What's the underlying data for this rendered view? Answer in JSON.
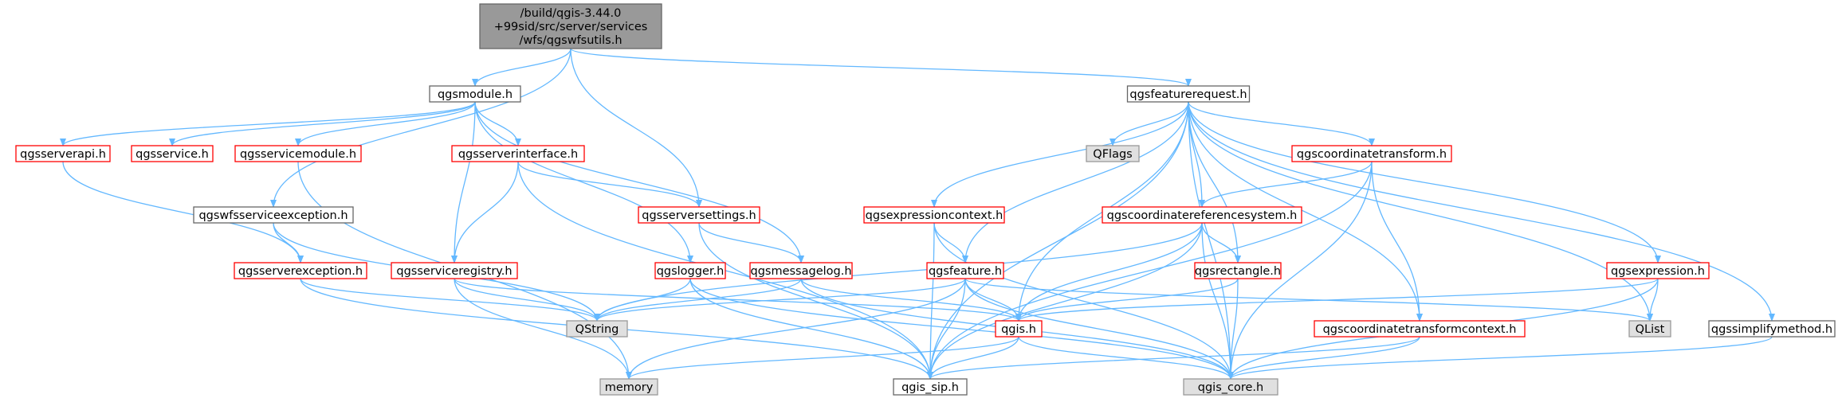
{
  "graph": {
    "colors": {
      "edge": "#63b8ff",
      "root_fill": "#999999",
      "root_border": "#666666",
      "documented_fill": "#ffffff",
      "documented_border": "#666666",
      "incomplete_fill": "#ffffff",
      "incomplete_border": "#ff0000",
      "external_fill": "#e0e0e0",
      "external_border": "#999999"
    },
    "nodes": [
      {
        "id": "root",
        "kind": "root",
        "lines": [
          "/build/qgis-3.44.0",
          "+99sid/src/server/services",
          "/wfs/qgswfsutils.h"
        ]
      },
      {
        "id": "qgsmodule",
        "kind": "documented",
        "lines": [
          "qgsmodule.h"
        ]
      },
      {
        "id": "qgsfeaturerequest",
        "kind": "documented",
        "lines": [
          "qgsfeaturerequest.h"
        ]
      },
      {
        "id": "qgsserverapi",
        "kind": "incomplete",
        "lines": [
          "qgsserverapi.h"
        ]
      },
      {
        "id": "qgsservice",
        "kind": "incomplete",
        "lines": [
          "qgsservice.h"
        ]
      },
      {
        "id": "qgsservicemodule",
        "kind": "incomplete",
        "lines": [
          "qgsservicemodule.h"
        ]
      },
      {
        "id": "qgsserverinterface",
        "kind": "incomplete",
        "lines": [
          "qgsserverinterface.h"
        ]
      },
      {
        "id": "qflags",
        "kind": "external",
        "lines": [
          "QFlags"
        ]
      },
      {
        "id": "qgscoordinatetransform",
        "kind": "incomplete",
        "lines": [
          "qgscoordinatetransform.h"
        ]
      },
      {
        "id": "qgswfsserviceexception",
        "kind": "documented",
        "lines": [
          "qgswfsserviceexception.h"
        ]
      },
      {
        "id": "qgsserversettings",
        "kind": "incomplete",
        "lines": [
          "qgsserversettings.h"
        ]
      },
      {
        "id": "qgsexpressioncontext",
        "kind": "incomplete",
        "lines": [
          "qgsexpressioncontext.h"
        ]
      },
      {
        "id": "qgscoordinatereferencesystem",
        "kind": "incomplete",
        "lines": [
          "qgscoordinatereferencesystem.h"
        ]
      },
      {
        "id": "qgsserverexception",
        "kind": "incomplete",
        "lines": [
          "qgsserverexception.h"
        ]
      },
      {
        "id": "qgsserviceregistry",
        "kind": "incomplete",
        "lines": [
          "qgsserviceregistry.h"
        ]
      },
      {
        "id": "qgslogger",
        "kind": "incomplete",
        "lines": [
          "qgslogger.h"
        ]
      },
      {
        "id": "qgsmessagelog",
        "kind": "incomplete",
        "lines": [
          "qgsmessagelog.h"
        ]
      },
      {
        "id": "qgsfeature",
        "kind": "incomplete",
        "lines": [
          "qgsfeature.h"
        ]
      },
      {
        "id": "qgsrectangle",
        "kind": "incomplete",
        "lines": [
          "qgsrectangle.h"
        ]
      },
      {
        "id": "qgsexpression",
        "kind": "incomplete",
        "lines": [
          "qgsexpression.h"
        ]
      },
      {
        "id": "qstring",
        "kind": "external",
        "lines": [
          "QString"
        ]
      },
      {
        "id": "qgis",
        "kind": "incomplete",
        "lines": [
          "qgis.h"
        ]
      },
      {
        "id": "qgscoordinatetransformcontext",
        "kind": "incomplete",
        "lines": [
          "qgscoordinatetransformcontext.h"
        ]
      },
      {
        "id": "qlist",
        "kind": "external",
        "lines": [
          "QList"
        ]
      },
      {
        "id": "qgssimplifymethod",
        "kind": "documented",
        "lines": [
          "qgssimplifymethod.h"
        ]
      },
      {
        "id": "memory",
        "kind": "external",
        "lines": [
          "memory"
        ]
      },
      {
        "id": "qgis_sip",
        "kind": "documented",
        "lines": [
          "qgis_sip.h"
        ]
      },
      {
        "id": "qgis_core",
        "kind": "external",
        "lines": [
          "qgis_core.h"
        ]
      }
    ],
    "edges": [
      [
        "root",
        "qgsmodule"
      ],
      [
        "root",
        "qgsfeaturerequest"
      ],
      [
        "root",
        "qgswfsserviceexception"
      ],
      [
        "root",
        "qgsserversettings"
      ],
      [
        "qgsmodule",
        "qgsserverapi"
      ],
      [
        "qgsmodule",
        "qgsservice"
      ],
      [
        "qgsmodule",
        "qgsservicemodule"
      ],
      [
        "qgsmodule",
        "qgsserverinterface"
      ],
      [
        "qgsmodule",
        "qgsserviceregistry"
      ],
      [
        "qgsmodule",
        "qgslogger"
      ],
      [
        "qgsmodule",
        "qgsmessagelog"
      ],
      [
        "qgsserverapi",
        "qgsserverexception"
      ],
      [
        "qgsservicemodule",
        "memory"
      ],
      [
        "qgsserverinterface",
        "qgsserversettings"
      ],
      [
        "qgsserverinterface",
        "qgsserviceregistry"
      ],
      [
        "qgsserverinterface",
        "qgis_sip"
      ],
      [
        "qgswfsserviceexception",
        "qgsserverexception"
      ],
      [
        "qgswfsserviceexception",
        "qstring"
      ],
      [
        "qgsserverexception",
        "qstring"
      ],
      [
        "qgsserverexception",
        "qgis_sip"
      ],
      [
        "qgsserviceregistry",
        "qstring"
      ],
      [
        "qgsserviceregistry",
        "memory"
      ],
      [
        "qgsserviceregistry",
        "qgis"
      ],
      [
        "qgsserversettings",
        "qgsmessagelog"
      ],
      [
        "qgsserversettings",
        "qgis_sip"
      ],
      [
        "qgslogger",
        "qstring"
      ],
      [
        "qgslogger",
        "qgis_sip"
      ],
      [
        "qgslogger",
        "qgis_core"
      ],
      [
        "qgsmessagelog",
        "qstring"
      ],
      [
        "qgsmessagelog",
        "qgis"
      ],
      [
        "qgsmessagelog",
        "qgis_core"
      ],
      [
        "qgsfeaturerequest",
        "qflags"
      ],
      [
        "qgsfeaturerequest",
        "qgscoordinatetransform"
      ],
      [
        "qgsfeaturerequest",
        "qgsexpressioncontext"
      ],
      [
        "qgsfeaturerequest",
        "qgscoordinatereferencesystem"
      ],
      [
        "qgsfeaturerequest",
        "qgsfeature"
      ],
      [
        "qgsfeaturerequest",
        "qgsrectangle"
      ],
      [
        "qgsfeaturerequest",
        "qgsexpression"
      ],
      [
        "qgsfeaturerequest",
        "qgis"
      ],
      [
        "qgsfeaturerequest",
        "qgscoordinatetransformcontext"
      ],
      [
        "qgsfeaturerequest",
        "qlist"
      ],
      [
        "qgsfeaturerequest",
        "qgssimplifymethod"
      ],
      [
        "qgsfeaturerequest",
        "qgis_sip"
      ],
      [
        "qgsfeaturerequest",
        "qgis_core"
      ],
      [
        "qgsfeaturerequest",
        "qgserverapi_dummy"
      ],
      [
        "qgscoordinatetransform",
        "qgscoordinatereferencesystem"
      ],
      [
        "qgscoordinatetransform",
        "qgscoordinatetransformcontext"
      ],
      [
        "qgscoordinatetransform",
        "qgis_sip"
      ],
      [
        "qgscoordinatetransform",
        "qgis_core"
      ],
      [
        "qgsexpressioncontext",
        "qgsfeature"
      ],
      [
        "qgsexpressioncontext",
        "qgis_sip"
      ],
      [
        "qgsexpressioncontext",
        "qgis_core"
      ],
      [
        "qgscoordinatereferencesystem",
        "qstring"
      ],
      [
        "qgscoordinatereferencesystem",
        "qgsrectangle"
      ],
      [
        "qgscoordinatereferencesystem",
        "qgis"
      ],
      [
        "qgscoordinatereferencesystem",
        "qgis_sip"
      ],
      [
        "qgscoordinatereferencesystem",
        "qgis_core"
      ],
      [
        "qgsfeature",
        "qstring"
      ],
      [
        "qgsfeature",
        "qgis"
      ],
      [
        "qgsfeature",
        "qlist"
      ],
      [
        "qgsfeature",
        "memory"
      ],
      [
        "qgsfeature",
        "qgis_sip"
      ],
      [
        "qgsfeature",
        "qgis_core"
      ],
      [
        "qgsrectangle",
        "qgis"
      ],
      [
        "qgsrectangle",
        "qgis_core"
      ],
      [
        "qgsexpression",
        "qlist"
      ],
      [
        "qgsexpression",
        "qgis"
      ],
      [
        "qgsexpression",
        "qgis_core"
      ],
      [
        "qgis",
        "memory"
      ],
      [
        "qgis",
        "qgis_sip"
      ],
      [
        "qgis",
        "qgis_core"
      ],
      [
        "qgscoordinatetransformcontext",
        "qgis_sip"
      ],
      [
        "qgscoordinatetransformcontext",
        "qgis_core"
      ],
      [
        "qgssimplifymethod",
        "qgis_core"
      ]
    ]
  }
}
